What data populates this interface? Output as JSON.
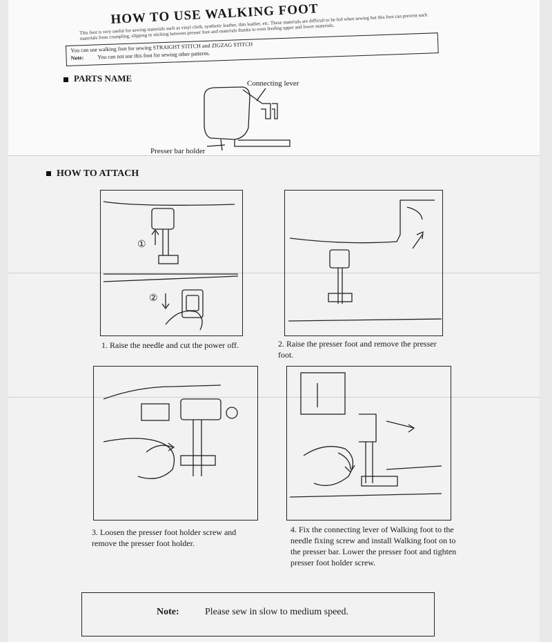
{
  "header": {
    "title": "HOW TO USE WALKING FOOT",
    "intro": "This foot is very useful for sewing materials such as vinyl cloth, synthetic leather, thin leather, etc. These materials are difficult to be fed when sewing but this foot can prevent such materials from crumpling, slipping or sticking between presser foot and materials thanks to even feeding upper and lower materials."
  },
  "top_note": {
    "line1": "You can use walking foot for sewing STRAIGHT STITCH and ZIGZAG STITCH",
    "label": "Note:",
    "line2": "You can not use this foot for sewing other patterns."
  },
  "parts": {
    "heading": "PARTS NAME",
    "label_lever": "Connecting lever",
    "label_holder": "Presser bar holder"
  },
  "attach": {
    "heading": "HOW TO ATTACH",
    "step1_marker_up": "①",
    "step1_marker_down": "②",
    "captions": [
      "1. Raise the needle and cut the power off.",
      "2. Raise the presser foot and remove the presser foot.",
      "3. Loosen the presser foot holder screw and remove the presser foot holder.",
      "4. Fix the connecting lever of Walking foot to the needle fixing screw and install Walking foot on to the presser bar. Lower the presser foot and tighten presser foot holder screw."
    ]
  },
  "bottom_note": {
    "label": "Note:",
    "text": "Please sew in slow to medium speed."
  }
}
